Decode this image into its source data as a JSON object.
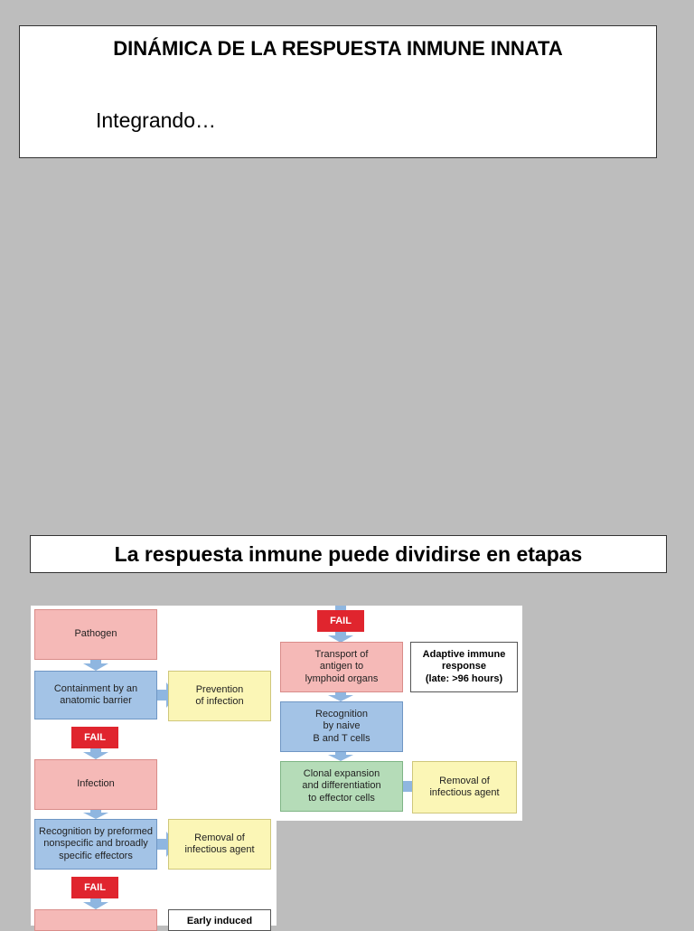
{
  "header": {
    "title": "DINÁMICA DE LA RESPUESTA INMUNE INNATA",
    "subtitle": "Integrando…"
  },
  "section": {
    "title": "La respuesta inmune puede dividirse en etapas"
  },
  "diagram": {
    "left": {
      "pathogen": "Pathogen",
      "containment": "Containment by an\nanatomic barrier",
      "prevention": "Prevention\nof infection",
      "fail1": "FAIL",
      "infection": "Infection",
      "recognition_preformed": "Recognition by preformed\nnonspecific and broadly\nspecific effectors",
      "removal1": "Removal of\ninfectious agent",
      "fail2": "FAIL",
      "early_induced": "Early induced"
    },
    "right": {
      "fail": "FAIL",
      "transport": "Transport of\nantigen to\nlymphoid organs",
      "adaptive": "Adaptive immune\nresponse\n(late: >96 hours)",
      "recognition_naive": "Recognition\nby naive\nB and T cells",
      "clonal": "Clonal expansion\nand differentiation\nto effector cells",
      "removal": "Removal of\ninfectious agent"
    },
    "colors": {
      "pink": "#f5b9b7",
      "blue": "#a3c3e6",
      "yellow": "#fbf6b6",
      "green": "#b5dcb8",
      "fail_red": "#e0252e",
      "arrow_blue": "#8fb6e0"
    }
  }
}
